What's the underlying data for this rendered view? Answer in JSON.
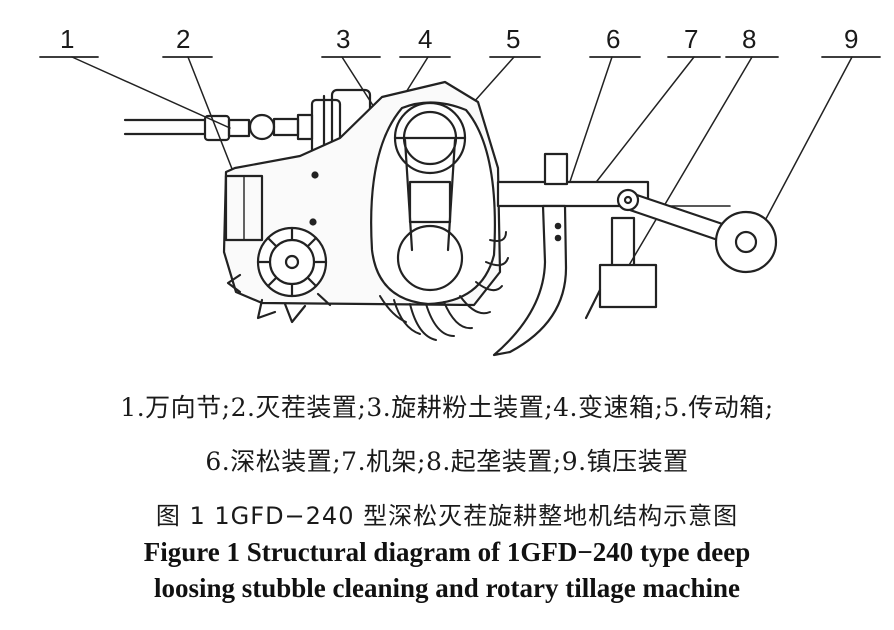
{
  "callouts": [
    "1",
    "2",
    "3",
    "4",
    "5",
    "6",
    "7",
    "8",
    "9"
  ],
  "legend": {
    "line1": "1.万向节;2.灭茬装置;3.旋耕粉土装置;4.变速箱;5.传动箱;",
    "line2": "6.深松装置;7.机架;8.起垄装置;9.镇压装置"
  },
  "caption": {
    "cn": "图 1   1GFD−240 型深松灭茬旋耕整地机结构示意图",
    "en_line1": "Figure 1   Structural diagram of 1GFD−240 type deep",
    "en_line2": "loosing stubble cleaning and rotary tillage machine"
  }
}
